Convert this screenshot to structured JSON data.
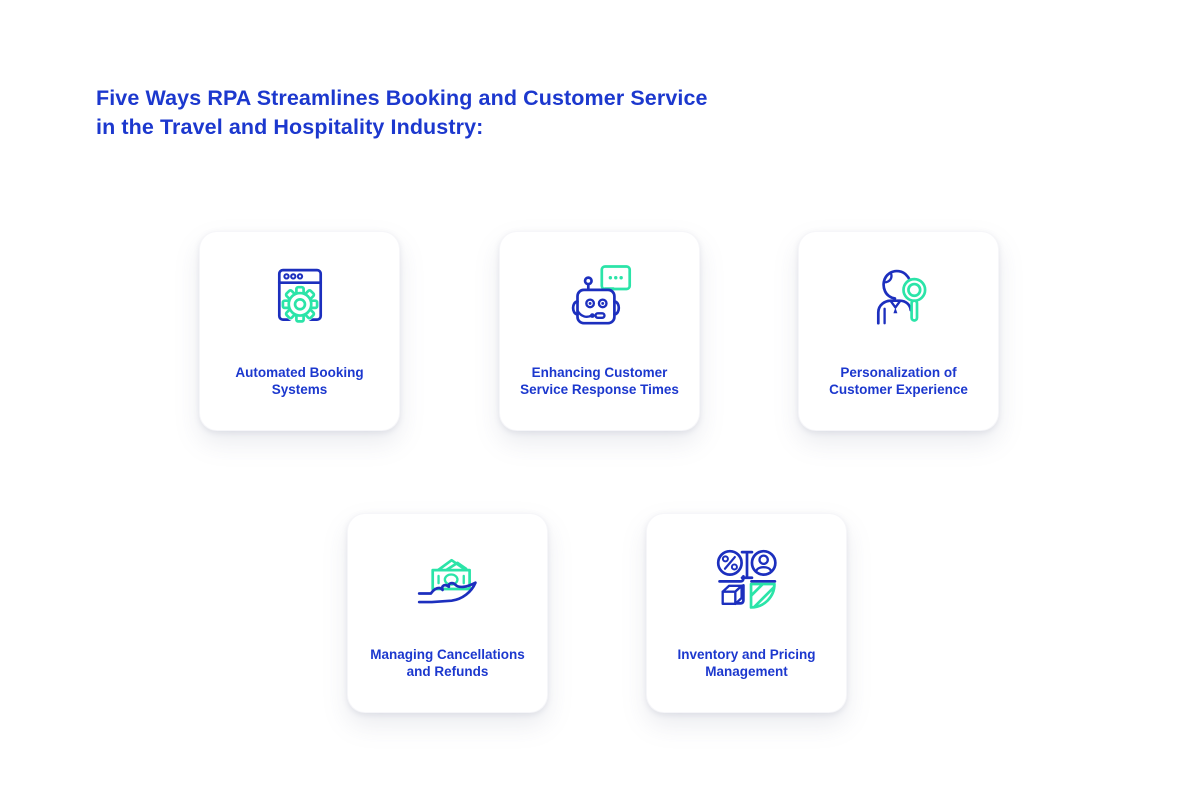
{
  "title": {
    "line1": "Five Ways RPA Streamlines Booking and Customer Service",
    "line2": "in the Travel and Hospitality Industry:"
  },
  "colors": {
    "brand_blue": "#1C2FBE",
    "accent_green": "#2BE4A8",
    "heading_blue": "#1C38CE",
    "page_bg": "#FFFFFF",
    "card_bg": "#FFFFFF"
  },
  "cards": [
    {
      "label": "Automated Booking Systems",
      "icon": "browser-gear-icon"
    },
    {
      "label": "Enhancing Customer Service Response Times",
      "icon": "robot-chat-icon"
    },
    {
      "label": "Personalization of Customer Experience",
      "icon": "person-magnifier-icon"
    },
    {
      "label": "Managing Cancellations and Refunds",
      "icon": "money-hand-icon"
    },
    {
      "label": "Inventory and Pricing Management",
      "icon": "inventory-grid-icon"
    }
  ]
}
